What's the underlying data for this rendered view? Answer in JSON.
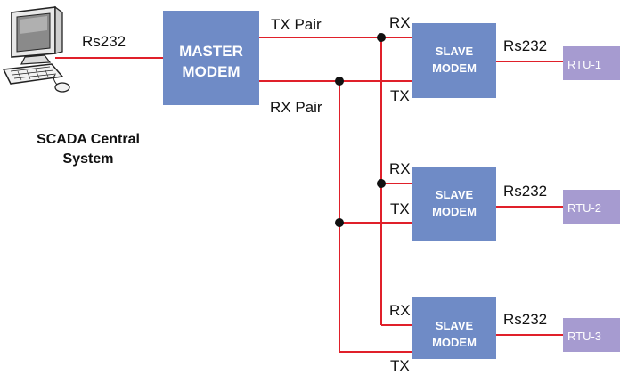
{
  "colors": {
    "wire": "#e0202a",
    "modem": "#6f8bc6",
    "rtu": "#a69bd0",
    "junction": "#111111"
  },
  "computer": {
    "icon": "desktop-computer-icon",
    "caption_line1": "SCADA Central",
    "caption_line2": "System"
  },
  "master": {
    "line1": "MASTER",
    "line2": "MODEM",
    "link_label": "Rs232"
  },
  "bus": {
    "tx_pair_label": "TX Pair",
    "rx_pair_label": "RX Pair"
  },
  "slaves": [
    {
      "line1": "SLAVE",
      "line2": "MODEM",
      "rx_label": "RX",
      "tx_label": "TX",
      "link_label": "Rs232",
      "rtu_label": "RTU-1"
    },
    {
      "line1": "SLAVE",
      "line2": "MODEM",
      "rx_label": "RX",
      "tx_label": "TX",
      "link_label": "Rs232",
      "rtu_label": "RTU-2"
    },
    {
      "line1": "SLAVE",
      "line2": "MODEM",
      "rx_label": "RX",
      "tx_label": "TX",
      "link_label": "Rs232",
      "rtu_label": "RTU-3"
    }
  ]
}
